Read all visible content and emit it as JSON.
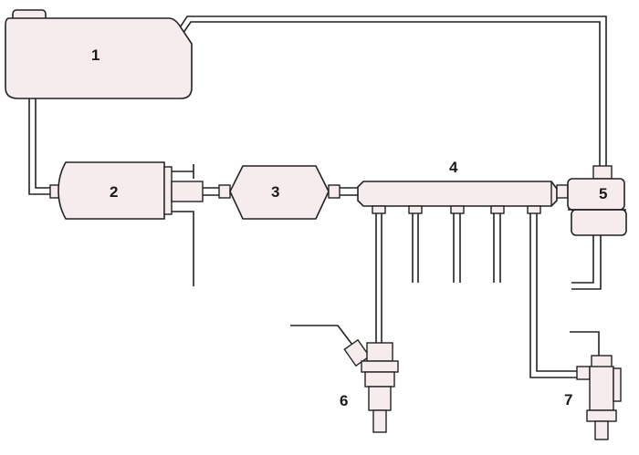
{
  "labels": {
    "tank": "1",
    "pump": "2",
    "filter": "3",
    "rail": "4",
    "regulator": "5",
    "injector": "6",
    "cold_start_valve": "7"
  }
}
